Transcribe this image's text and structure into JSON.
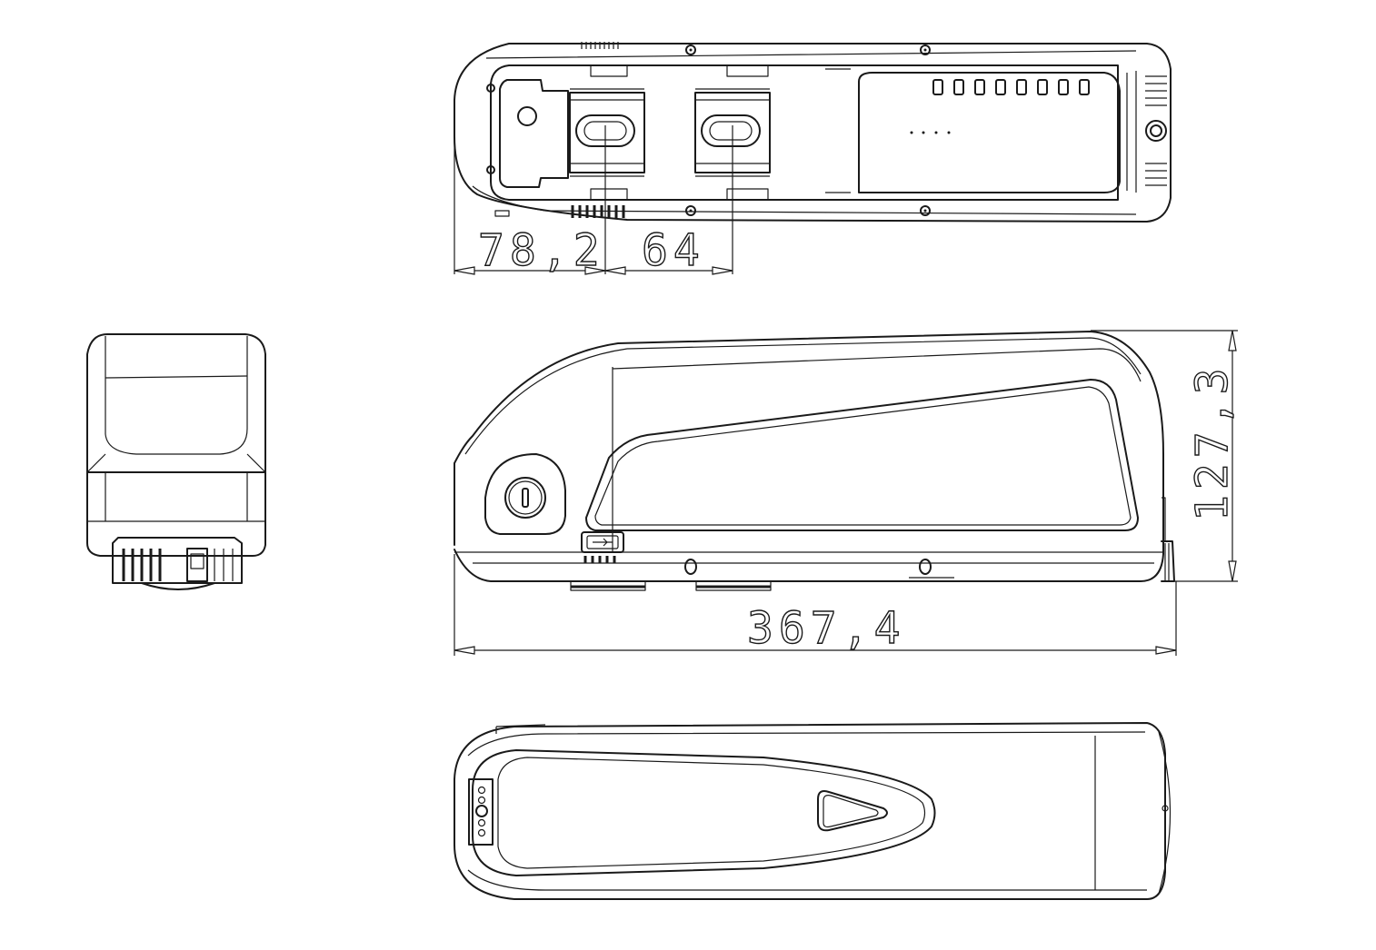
{
  "dimensions": {
    "contact_offset": "78,2",
    "contact_spacing": "64",
    "overall_length": "367,4",
    "overall_height": "127,3"
  },
  "views": [
    "top-view",
    "side-view",
    "end-view",
    "bottom-view"
  ],
  "colors": {
    "line": "#1a1a1a",
    "background": "#ffffff"
  }
}
